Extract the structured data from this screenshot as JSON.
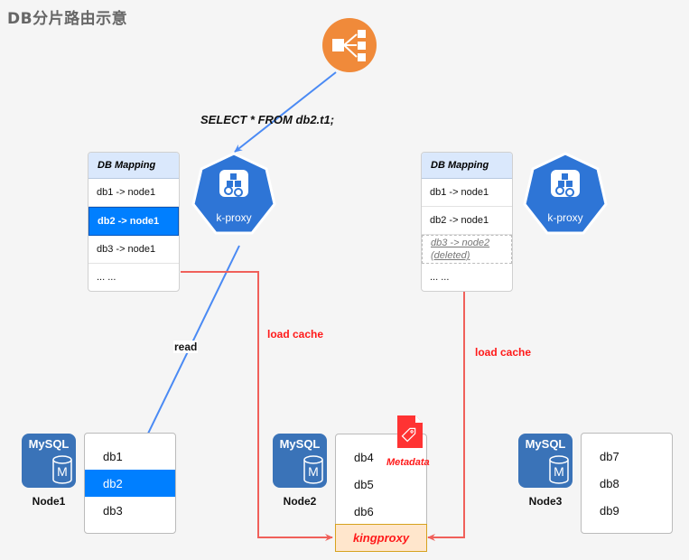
{
  "title": "DB分片路由示意",
  "colors": {
    "background": "#f5f5f5",
    "load_balancer": "#f08a3a",
    "kproxy": "#2e75d6",
    "mysql": "#3a73b8",
    "selected": "#007fff",
    "mapping_header": "#dae8fc",
    "red_accent": "#ff1a1a",
    "read_wire": "#4a8af4",
    "cache_wire": "#f0605a",
    "kingproxy_fill": "#ffe6cc"
  },
  "load_balancer": {
    "icon": "load-balancer-icon"
  },
  "query": {
    "text": "SELECT * FROM db2.t1;"
  },
  "left_proxy": {
    "label": "k-proxy",
    "mapping": {
      "header": "DB Mapping",
      "rows": [
        {
          "text": "db1 -> node1",
          "state": "normal"
        },
        {
          "text": "db2 -> node1",
          "state": "selected"
        },
        {
          "text": "db3 -> node1",
          "state": "normal"
        },
        {
          "text": "... ...",
          "state": "normal"
        }
      ]
    }
  },
  "right_proxy": {
    "label": "k-proxy",
    "mapping": {
      "header": "DB Mapping",
      "rows": [
        {
          "text": "db1 -> node1",
          "state": "normal"
        },
        {
          "text": "db2 -> node1",
          "state": "normal"
        },
        {
          "text": "db3 -> node2",
          "note": "(deleted)",
          "state": "deleted"
        },
        {
          "text": "... ...",
          "state": "normal"
        }
      ]
    }
  },
  "edges": {
    "read_label": "read",
    "load_cache_left": "load cache",
    "load_cache_right": "load cache"
  },
  "nodes": [
    {
      "name": "Node1",
      "logo": "MySQL",
      "logo_badge": "M",
      "databases": [
        "db1",
        "db2",
        "db3"
      ],
      "selected": "db2"
    },
    {
      "name": "Node2",
      "logo": "MySQL",
      "logo_badge": "M",
      "databases": [
        "db4",
        "db5",
        "db6"
      ],
      "extra": "kingproxy"
    },
    {
      "name": "Node3",
      "logo": "MySQL",
      "logo_badge": "M",
      "databases": [
        "db7",
        "db8",
        "db9"
      ]
    }
  ],
  "metadata": {
    "label": "Metadata",
    "icon": "tag-document-icon"
  }
}
